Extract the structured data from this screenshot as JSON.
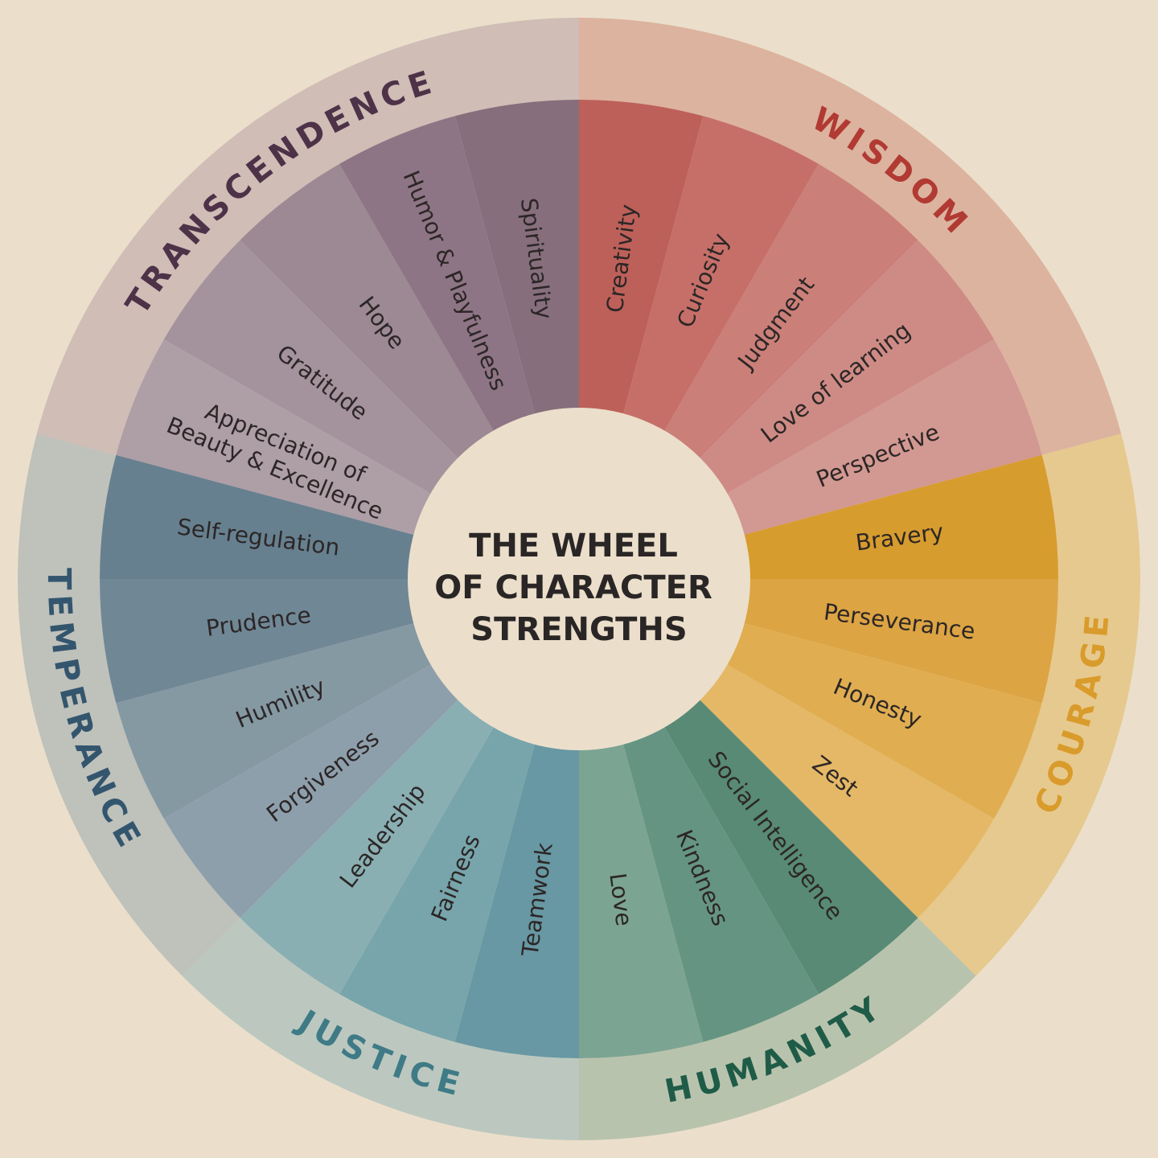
{
  "title_lines": [
    "THE WHEEL",
    "OF CHARACTER",
    "STRENGTHS"
  ],
  "background": "#ebdfcb",
  "virtues": [
    {
      "name": "WISDOM",
      "text_color": "#b13a33",
      "ring_color": "#dcb39f",
      "colors": [
        "#bd6059",
        "#c66f69",
        "#ca7f78",
        "#ce8b85",
        "#d29892"
      ],
      "strengths": [
        [
          "Creativity"
        ],
        [
          "Curiosity"
        ],
        [
          "Judgment"
        ],
        [
          "Love of learning"
        ],
        [
          "Perspective"
        ]
      ]
    },
    {
      "name": "COURAGE",
      "text_color": "#d99b2b",
      "ring_color": "#e6c98e",
      "colors": [
        "#d79c2e",
        "#dca443",
        "#e0ae51",
        "#e4b866"
      ],
      "strengths": [
        [
          "Bravery"
        ],
        [
          "Perseverance"
        ],
        [
          "Honesty"
        ],
        [
          "Zest"
        ]
      ]
    },
    {
      "name": "HUMANITY",
      "text_color": "#1f5c48",
      "ring_color": "#b8c3ad",
      "colors": [
        "#588a76",
        "#659582",
        "#7ca493"
      ],
      "strengths": [
        [
          "Social Intelligence"
        ],
        [
          "Kindness"
        ],
        [
          "Love"
        ]
      ]
    },
    {
      "name": "JUSTICE",
      "text_color": "#3f7b86",
      "ring_color": "#bcc8bf",
      "colors": [
        "#6798a3",
        "#77a5ab",
        "#8aafb3"
      ],
      "strengths": [
        [
          "Teamwork"
        ],
        [
          "Fairness"
        ],
        [
          "Leadership"
        ]
      ]
    },
    {
      "name": "TEMPERANCE",
      "text_color": "#33566e",
      "ring_color": "#bfc1bb",
      "colors": [
        "#8e9fac",
        "#8599a3",
        "#708796",
        "#67808f"
      ],
      "strengths": [
        [
          "Forgiveness"
        ],
        [
          "Humility"
        ],
        [
          "Prudence"
        ],
        [
          "Self-regulation"
        ]
      ]
    },
    {
      "name": "TRANSCENDENCE",
      "text_color": "#4d3248",
      "ring_color": "#cfbdb6",
      "colors": [
        "#ae9ea6",
        "#a4929c",
        "#9c8994",
        "#8e7585",
        "#866e7c"
      ],
      "strengths": [
        [
          "Appreciation of",
          "Beauty & Excellence"
        ],
        [
          "Gratitude"
        ],
        [
          "Hope"
        ],
        [
          "Humor & Playfulness"
        ],
        [
          "Spirituality"
        ]
      ]
    }
  ]
}
